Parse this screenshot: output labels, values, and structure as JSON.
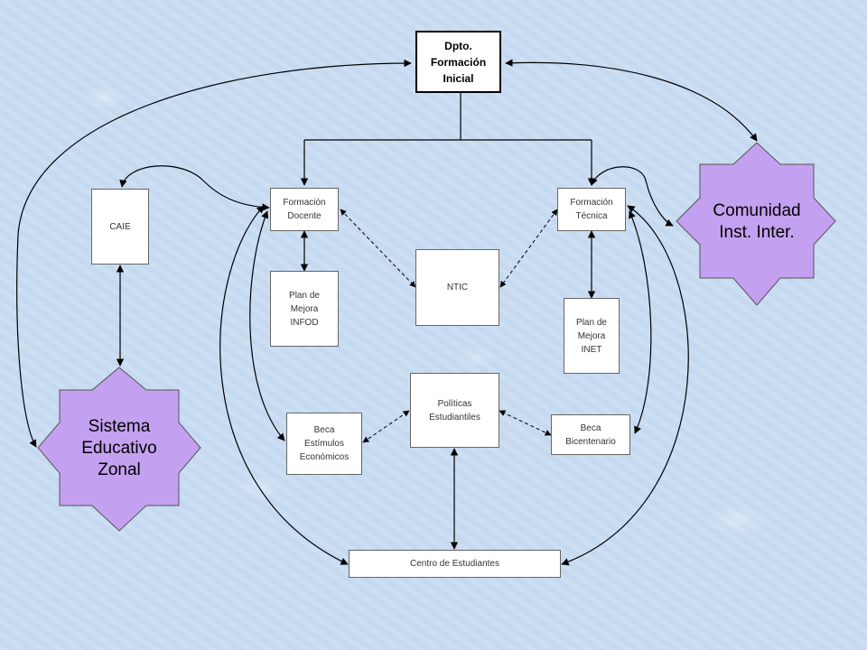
{
  "nodes": {
    "dpto": "Dpto.\nFormación\nInicial",
    "caie": "CAIE",
    "formacion_docente": "Formación\nDocente",
    "formacion_tecnica": "Formación\nTécnica",
    "ntic": "NTIC",
    "plan_infod": "Plan de\nMejora\nINFOD",
    "plan_inet": "Plan de\nMejora\nINET",
    "politicas": "Políticas\nEstudiantiles",
    "beca_estimulos": "Beca\nEstímulos\nEconómicos",
    "beca_bicentenario": "Beca\nBicentenario",
    "centro": "Centro de Estudiantes",
    "comunidad": "Comunidad\nInst. Inter.",
    "sistema": "Sistema\nEducativo\nZonal"
  },
  "colors": {
    "star_fill": "#c4a0f0",
    "background": "#c8dbf1",
    "line": "#000000"
  }
}
